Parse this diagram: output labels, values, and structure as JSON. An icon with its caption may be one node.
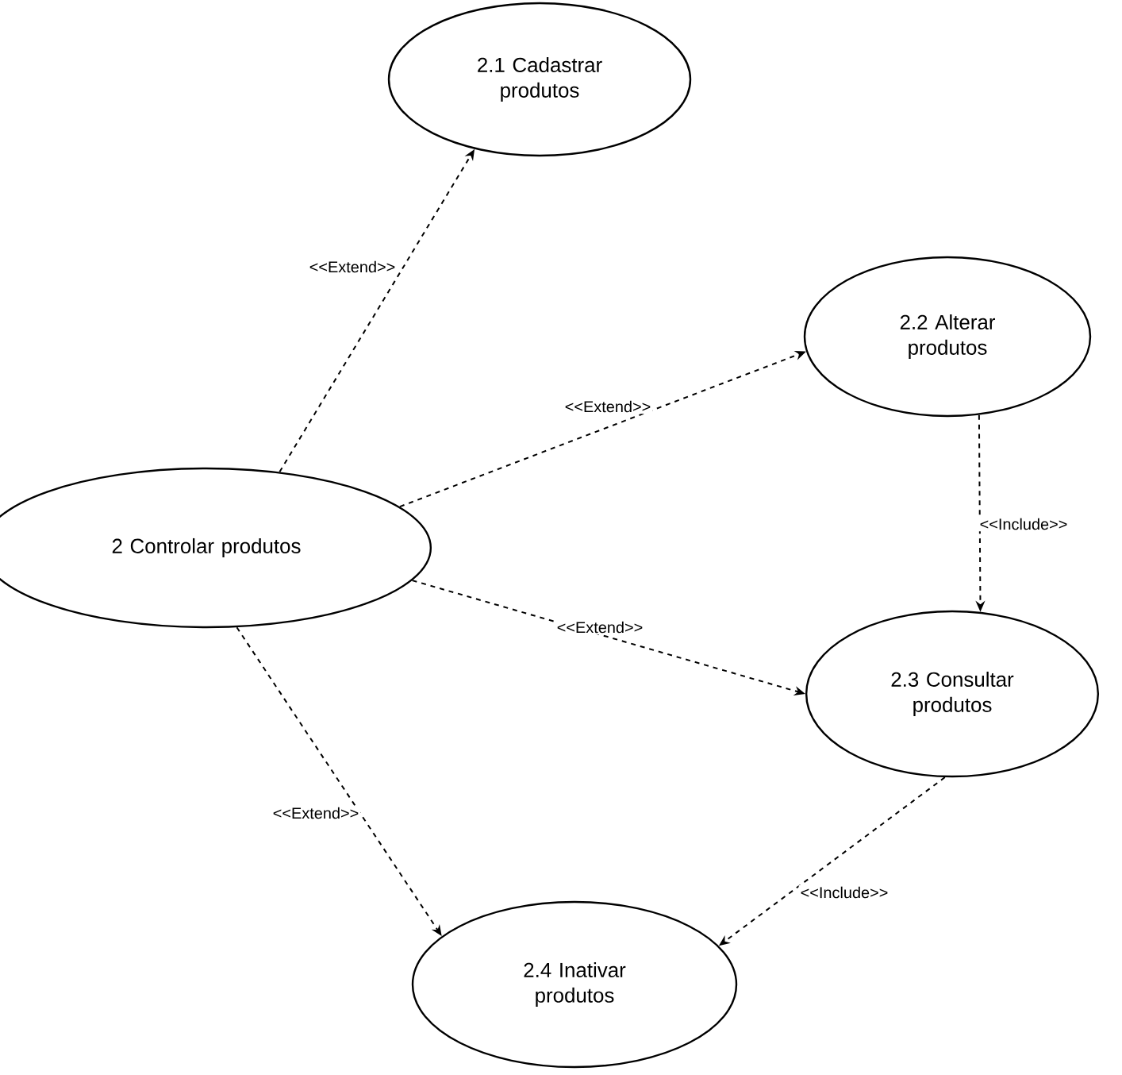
{
  "diagram": {
    "nodes": [
      {
        "text": [
          "2 Controlar produtos"
        ]
      },
      {
        "text": [
          "2.1 Cadastrar produtos"
        ]
      },
      {
        "text": [
          "2.2 Alterar produtos"
        ]
      },
      {
        "text": [
          "2.3 Consultar produtos"
        ]
      },
      {
        "text": [
          "2.4 Inativar produtos"
        ]
      }
    ],
    "edges": [
      {
        "from": 0,
        "to": 1,
        "arrow": "to",
        "label": "<<Extend>>",
        "style": "dashed"
      },
      {
        "from": 0,
        "to": 2,
        "arrow": "to",
        "label": "<<Extend>>",
        "style": "dashed"
      },
      {
        "from": 0,
        "to": 3,
        "arrow": "to",
        "label": "<<Extend>>",
        "style": "dashed"
      },
      {
        "from": 0,
        "to": 4,
        "arrow": "to",
        "label": "<<Extend>>",
        "style": "dashed"
      },
      {
        "from": 2,
        "to": 3,
        "arrow": "to",
        "label": "<<Include>>",
        "style": "dashed"
      },
      {
        "from": 3,
        "to": 4,
        "arrow": "to",
        "label": "<<Include>>",
        "style": "dashed"
      }
    ]
  }
}
